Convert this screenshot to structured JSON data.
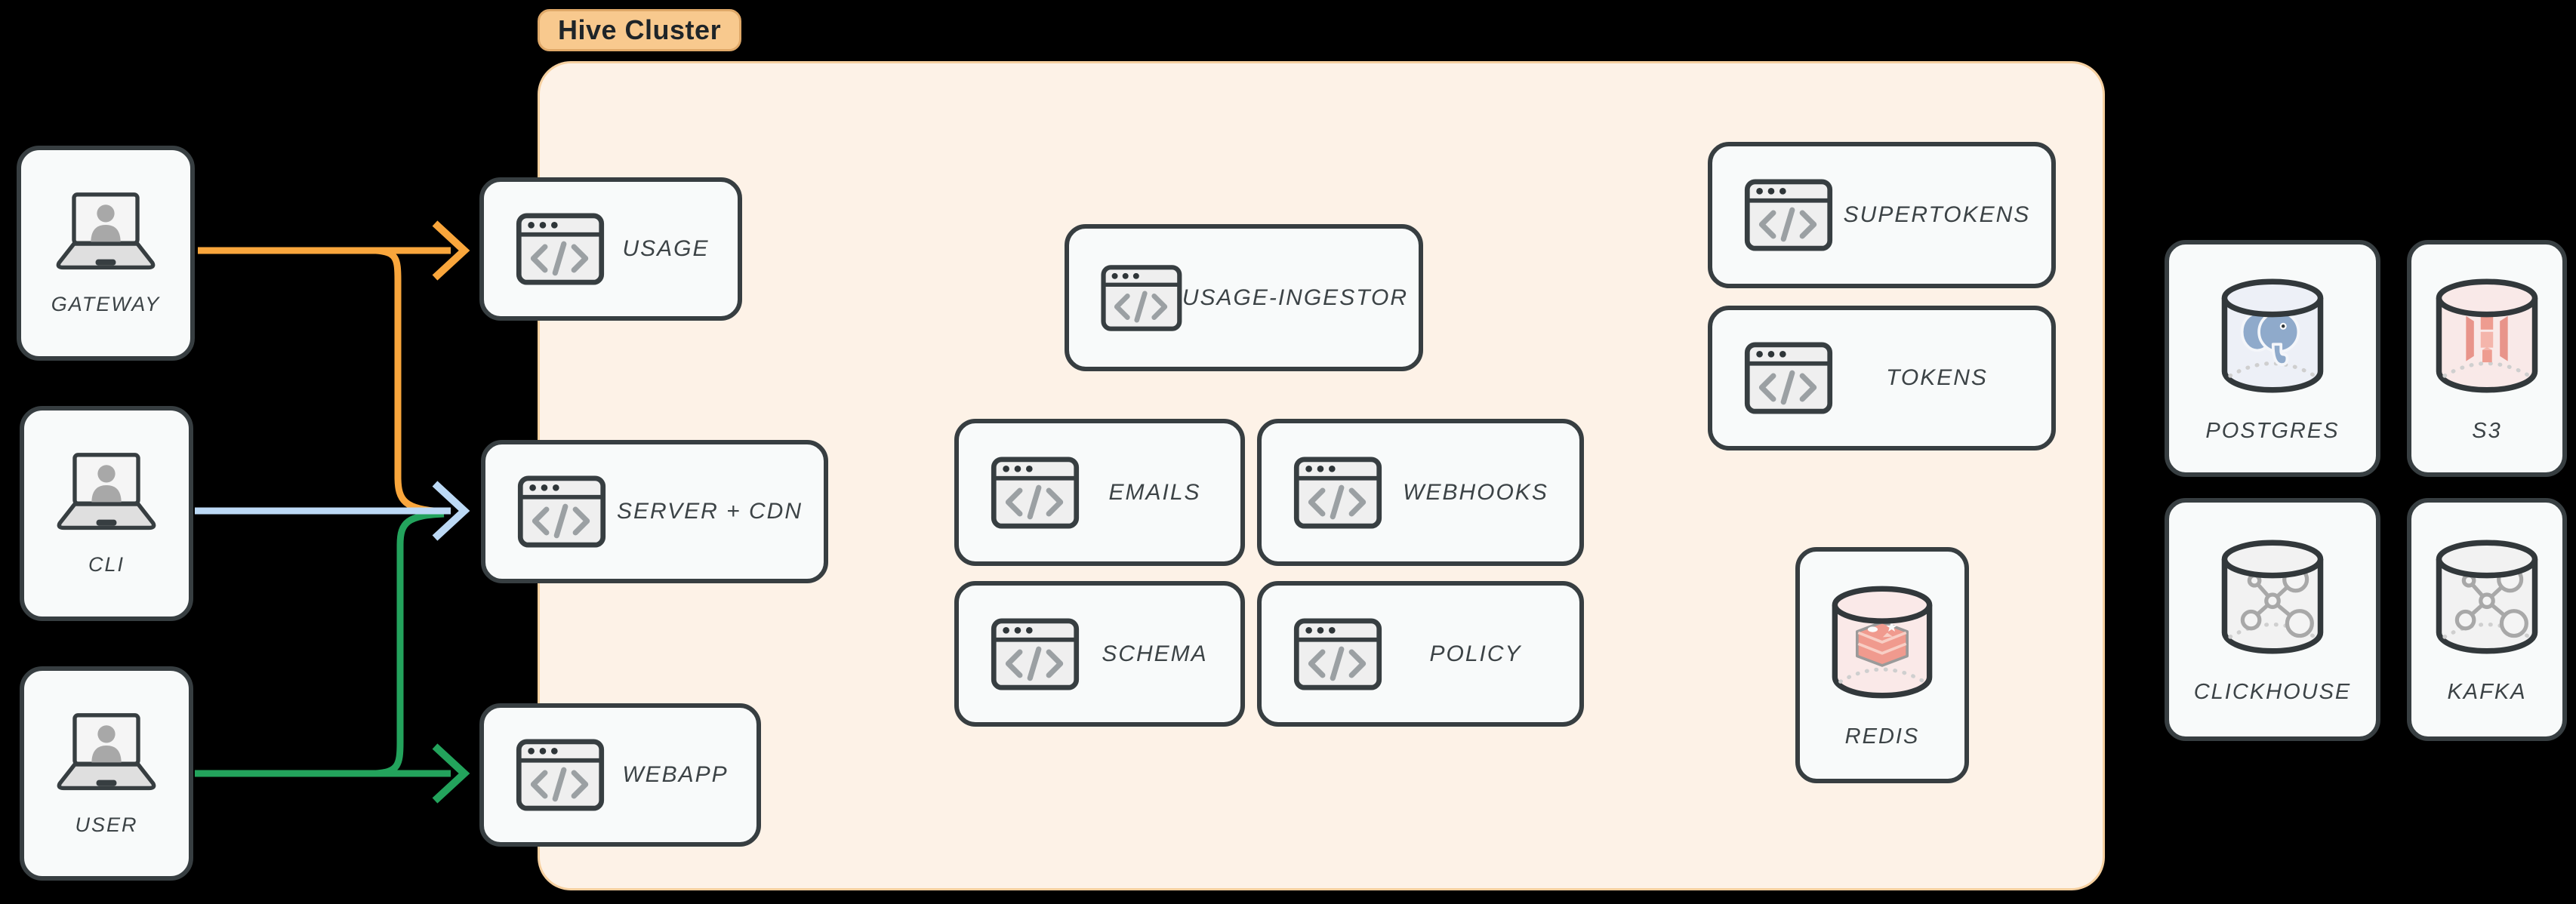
{
  "cluster": {
    "label": "Hive Cluster",
    "fill": "#FDF2E7",
    "border_color": "#F6D0A0",
    "badge_fill": "#F8C98E"
  },
  "actors": {
    "gateway": "GATEWAY",
    "cli": "CLI",
    "user": "USER"
  },
  "services": {
    "usage": "USAGE",
    "server_cdn": "SERVER + CDN",
    "webapp": "WEBAPP",
    "usage_ingestor": "USAGE-INGESTOR",
    "emails": "EMAILS",
    "webhooks": "WEBHOOKS",
    "schema": "SCHEMA",
    "policy": "POLICY",
    "supertokens": "SUPERTOKENS",
    "tokens": "TOKENS"
  },
  "datastores": {
    "redis": "REDIS",
    "postgres": "POSTGRES",
    "s3": "S3",
    "clickhouse": "CLICKHOUSE",
    "kafka": "KAFKA"
  },
  "edges": [
    {
      "from": "GATEWAY",
      "to": "USAGE",
      "color": "#F9A63C"
    },
    {
      "from": "GATEWAY",
      "to": "SERVER + CDN",
      "color": "#F9A63C"
    },
    {
      "from": "CLI",
      "to": "SERVER + CDN",
      "color": "#BCD9F5"
    },
    {
      "from": "USER",
      "to": "WEBAPP",
      "color": "#23A35C"
    },
    {
      "from": "USER",
      "to": "SERVER + CDN",
      "color": "#23A35C"
    }
  ],
  "colors": {
    "background": "#000000",
    "node_fill": "#F8FAFA",
    "node_border": "#373E41",
    "arrow_orange": "#F9A63C",
    "arrow_green": "#23A35C",
    "arrow_blue": "#BCD9F5",
    "redis_pink": "#F09A8E",
    "postgres_blue": "#8FAACB",
    "s3_red": "#E8948A"
  },
  "icons": {
    "laptop": "laptop-user-icon",
    "browser": "code-window-icon",
    "cylinder": "database-cylinder-icon"
  }
}
